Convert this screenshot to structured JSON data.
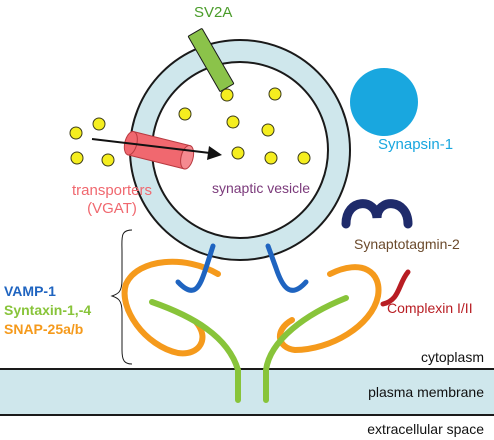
{
  "labels": {
    "sv2a": "SV2A",
    "synapsin": "Synapsin-1",
    "transporters_line1": "transporters",
    "transporters_line2": "(VGAT)",
    "vesicle": "synaptic vesicle",
    "synaptotagmin": "Synaptotagmin-2",
    "vamp": "VAMP-1",
    "syntaxin": "Syntaxin-1,-4",
    "snap": "SNAP-25a/b",
    "complexin": "Complexin I/II",
    "cytoplasm": "cytoplasm",
    "membrane": "plasma membrane",
    "extracellular": "extracellular space"
  },
  "colors": {
    "vesicle_fill": "#cfe7ec",
    "membrane_fill": "#cfe7ec",
    "outline": "#1a1a1a",
    "sv2a": "#8bc34a",
    "synapsin": "#19a7df",
    "transporter": "#f0686f",
    "neurotransmitter": "#f5ee1f",
    "synaptotagmin": "#1f2b6b",
    "vamp": "#1f64c0",
    "syntaxin": "#88c43a",
    "snap": "#f59a1c",
    "complexin": "#b81d23",
    "vesicle_label": "#7b3a7b",
    "synaptotagmin_label": "#6b4a2c"
  }
}
